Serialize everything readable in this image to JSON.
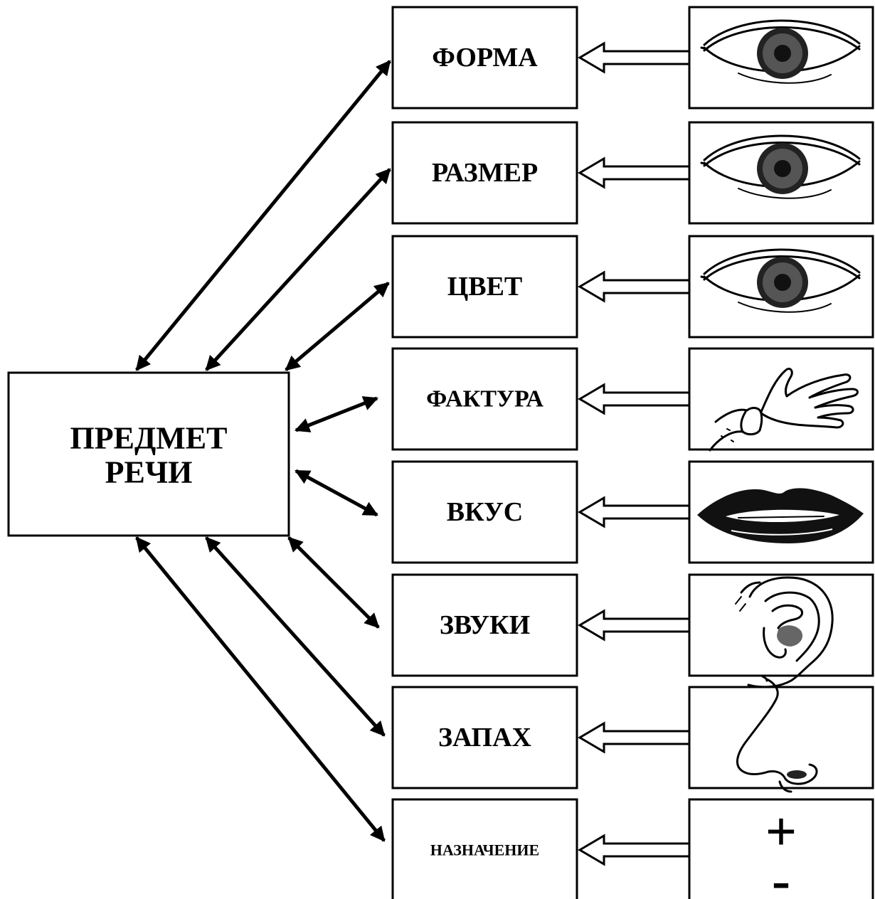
{
  "subject": {
    "lines": [
      "ПРЕДМЕТ",
      "РЕЧИ"
    ]
  },
  "properties": [
    {
      "label": "ФОРМА",
      "icon": "eye-icon"
    },
    {
      "label": "РАЗМЕР",
      "icon": "eye-icon"
    },
    {
      "label": "ЦВЕТ",
      "icon": "eye-icon"
    },
    {
      "label": "ФАКТУРА",
      "icon": "hand-icon"
    },
    {
      "label": "ВКУС",
      "icon": "lips-icon"
    },
    {
      "label": "ЗВУКИ",
      "icon": "ear-icon"
    },
    {
      "label": "ЗАПАХ",
      "icon": "nose-icon"
    },
    {
      "label": "НАЗНАЧЕНИЕ",
      "icon": "plus-minus-icon"
    }
  ],
  "plus_minus": {
    "plus": "+",
    "minus": "-"
  }
}
